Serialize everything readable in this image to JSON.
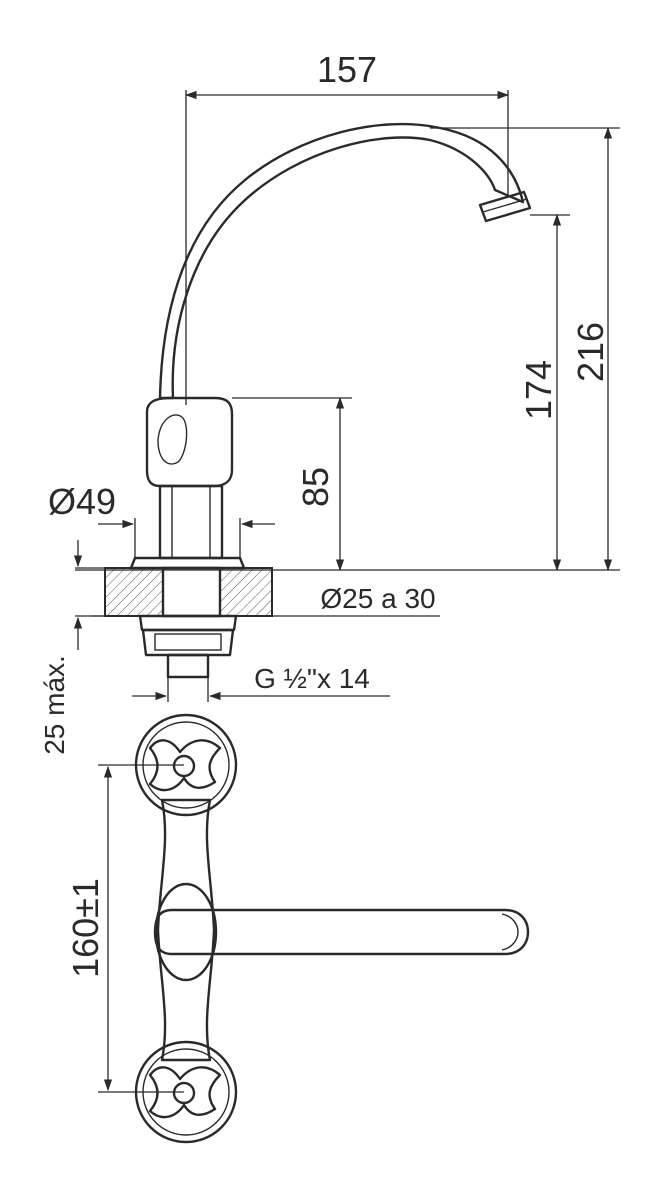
{
  "dimensions": {
    "spout_reach": "157",
    "total_height": "216",
    "spout_height": "174",
    "body_height": "85",
    "base_diameter": "Ø49",
    "hole_diameter": "Ø25 a 30",
    "thread": "G ½\"x 14",
    "max_thickness": "25 máx.",
    "handle_spacing": "160±1"
  }
}
